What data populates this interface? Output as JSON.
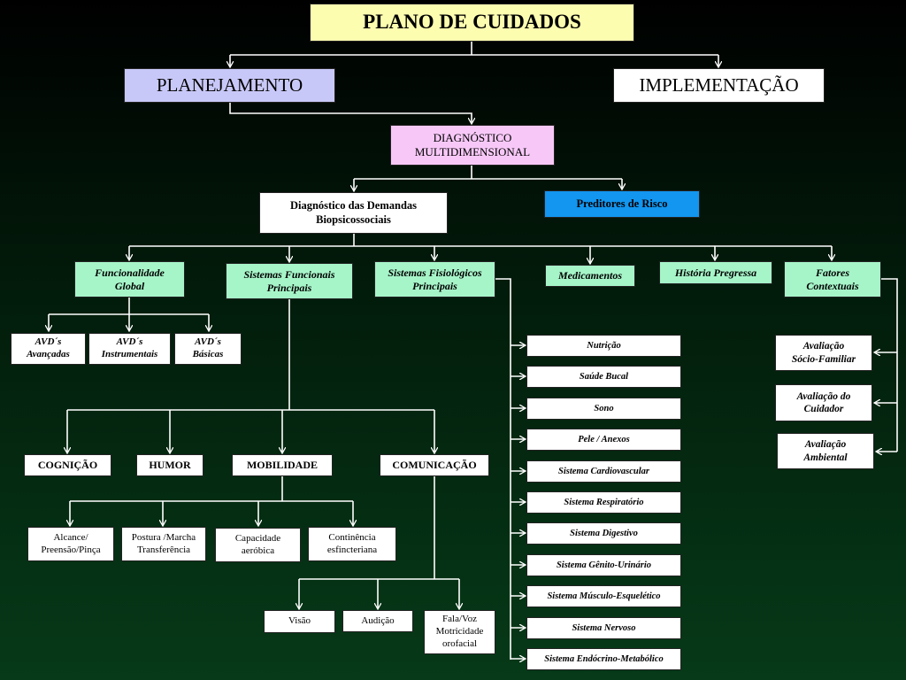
{
  "title": "PLANO DE CUIDADOS",
  "planejamento": "PLANEJAMENTO",
  "implementacao": "IMPLEMENTAÇÃO",
  "diagnostico": {
    "line1": "DIAGNÓSTICO",
    "line2": "MULTIDIMENSIONAL"
  },
  "demandas": {
    "line1": "Diagnóstico das Demandas",
    "line2": "Biopsicossociais"
  },
  "preditores": "Preditores de Risco",
  "domains": {
    "funcionalidade": {
      "line1": "Funcionalidade",
      "line2": "Global"
    },
    "sistemas_funcionais": {
      "line1": "Sistemas Funcionais",
      "line2": "Principais"
    },
    "sistemas_fisiologicos": {
      "line1": "Sistemas Fisiológicos",
      "line2": "Principais"
    },
    "medicamentos": "Medicamentos",
    "historia": "História Pregressa",
    "fatores": {
      "line1": "Fatores",
      "line2": "Contextuais"
    }
  },
  "avd": {
    "avancadas": {
      "line1": "AVD´s",
      "line2": "Avançadas"
    },
    "instrumentais": {
      "line1": "AVD´s",
      "line2": "Instrumentais"
    },
    "basicas": {
      "line1": "AVD´s",
      "line2": "Básicas"
    }
  },
  "funcionais": {
    "cognicao": "COGNIÇÃO",
    "humor": "HUMOR",
    "mobilidade": "MOBILIDADE",
    "comunicacao": "COMUNICAÇÃO"
  },
  "mobilidade_items": {
    "alcance": {
      "line1": "Alcance/",
      "line2": "Preensão/Pinça"
    },
    "postura": {
      "line1": "Postura /Marcha",
      "line2": "Transferência"
    },
    "capacidade": {
      "line1": "Capacidade",
      "line2": "aeróbica"
    },
    "continencia": {
      "line1": "Continência",
      "line2": "esfincteriana"
    }
  },
  "comunicacao_items": {
    "visao": "Visão",
    "audicao": "Audição",
    "fala": {
      "line1": "Fala/Voz",
      "line2": "Motricidade",
      "line3": "orofacial"
    }
  },
  "sistemas": [
    "Nutrição",
    "Saúde Bucal",
    "Sono",
    "Pele / Anexos",
    "Sistema Cardiovascular",
    "Sistema Respiratório",
    "Sistema Digestivo",
    "Sistema Gênito-Urinário",
    "Sistema Músculo-Esquelético",
    "Sistema Nervoso",
    "Sistema Endócrino-Metabólico"
  ],
  "contextuais": {
    "socio": {
      "line1": "Avaliação",
      "line2": "Sócio-Familiar"
    },
    "cuidador": {
      "line1": "Avaliação do",
      "line2": "Cuidador"
    },
    "ambiental": {
      "line1": "Avaliação",
      "line2": "Ambiental"
    }
  },
  "colors": {
    "title_bg": "#fdfdb0",
    "planejamento_bg": "#c8c8f8",
    "diagnostico_bg": "#f7c8f7",
    "preditores_bg": "#1296f0",
    "green_bg": "#a6f5c9",
    "connector": "#ffffff"
  }
}
